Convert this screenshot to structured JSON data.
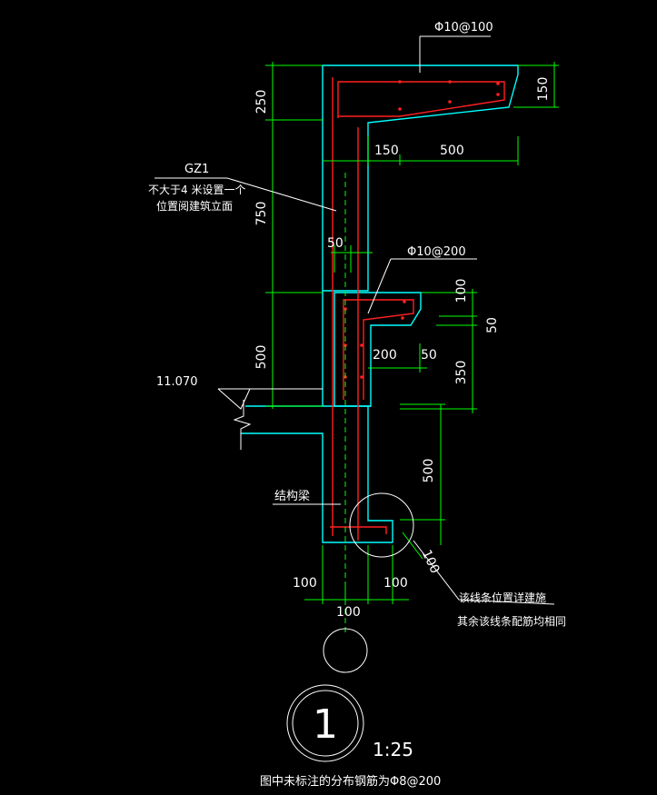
{
  "dimensions": {
    "top_250": "250",
    "top_750": "750",
    "top_500": "500",
    "right_150": "150",
    "mid_150": "150",
    "mid_500": "500",
    "gap_50": "50",
    "notch_100": "100",
    "notch_50": "50",
    "ledge_200": "200",
    "ledge_50": "50",
    "right_350": "350",
    "right_500": "500",
    "bottom_100_left": "100",
    "bottom_100_right": "100",
    "bottom_100_center": "100",
    "diag_100": "100"
  },
  "labels": {
    "top_rebar": "Φ10@100",
    "mid_rebar": "Φ10@200",
    "gz1": "GZ1",
    "gz1_note_1": "不大于4 米设置一个",
    "gz1_note_2": "位置阅建筑立面",
    "elevation": "11.070",
    "beam": "结构梁",
    "line_note_1": "该线条位置详建施",
    "line_note_2": "其余该线条配筋均相同"
  },
  "title": {
    "number": "1",
    "scale": "1:25",
    "footnote": "图中未标注的分布钢筋为Φ8@200"
  }
}
